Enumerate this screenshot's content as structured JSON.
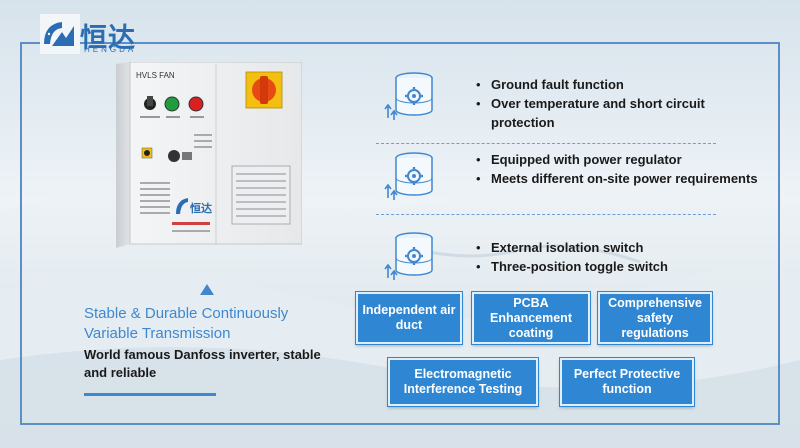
{
  "brand": {
    "name_cn": "恒达",
    "name_en": "HENGDA",
    "color": "#2a6db3"
  },
  "product": {
    "box_label": "HVLS FAN",
    "box_brand": "恒达"
  },
  "left_panel": {
    "title": "Stable & Durable Continuously Variable Transmission",
    "subtitle": "World famous Danfoss inverter, stable and reliable",
    "accent_color": "#3f88cf"
  },
  "feature_groups": [
    {
      "icon": "cylinder-gear-icon",
      "items": [
        "Ground fault function",
        "Over temperature and short circuit protection"
      ]
    },
    {
      "icon": "cylinder-gear-icon",
      "items": [
        "Equipped with power regulator",
        "Meets different on-site power requirements"
      ]
    },
    {
      "icon": "cylinder-gear-icon",
      "items": [
        "External isolation switch",
        "Three-position toggle switch"
      ]
    }
  ],
  "bullet_glyph": "•",
  "tags": [
    {
      "label": "Independent air duct"
    },
    {
      "label": "PCBA Enhancement coating"
    },
    {
      "label": "Comprehensive safety regulations"
    },
    {
      "label": "Electromagnetic Interference Testing"
    },
    {
      "label": "Perfect Protective function"
    }
  ],
  "tag_color": "#2f86d2"
}
